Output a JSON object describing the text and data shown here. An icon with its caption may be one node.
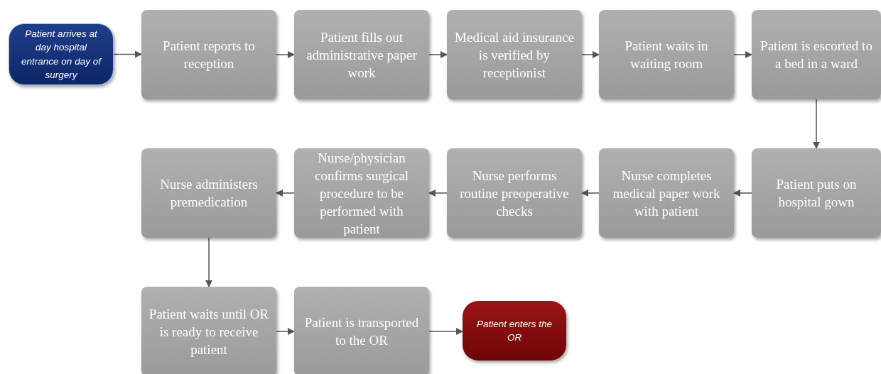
{
  "diagram": {
    "nodes": [
      {
        "text": [
          "Patient arrives at day hospital entrance on day of surgery"
        ]
      },
      {
        "text": [
          "Patient reports to reception"
        ]
      },
      {
        "text": [
          "Patient fills out administrative paper work"
        ]
      },
      {
        "text": [
          "Medical aid insurance is verified by receptionist"
        ]
      },
      {
        "text": [
          "Patient waits in waiting room"
        ]
      },
      {
        "text": [
          "Patient is escorted to a bed in a ward"
        ]
      },
      {
        "text": [
          "Patient puts on hospital gown"
        ]
      },
      {
        "text": [
          "Nurse completes medical paper work with patient"
        ]
      },
      {
        "text": [
          "Nurse performs routine preoperative checks"
        ]
      },
      {
        "text": [
          "Nurse/physician confirms surgical procedure to be performed with patient"
        ]
      },
      {
        "text": [
          "Nurse administers premedication"
        ]
      },
      {
        "text": [
          "Patient waits until OR is ready to receive patient"
        ]
      },
      {
        "text": [
          "Patient is transported to the OR"
        ]
      },
      {
        "text": [
          "Patient enters the OR"
        ]
      }
    ],
    "edges": [
      {
        "from": 0,
        "to": 1,
        "arrow": "to"
      },
      {
        "from": 1,
        "to": 2,
        "arrow": "to"
      },
      {
        "from": 2,
        "to": 3,
        "arrow": "to"
      },
      {
        "from": 3,
        "to": 4,
        "arrow": "to"
      },
      {
        "from": 4,
        "to": 5,
        "arrow": "to"
      },
      {
        "from": 5,
        "to": 6,
        "arrow": "to"
      },
      {
        "from": 6,
        "to": 7,
        "arrow": "to"
      },
      {
        "from": 7,
        "to": 8,
        "arrow": "to"
      },
      {
        "from": 8,
        "to": 9,
        "arrow": "to"
      },
      {
        "from": 9,
        "to": 10,
        "arrow": "to"
      },
      {
        "from": 10,
        "to": 11,
        "arrow": "to"
      },
      {
        "from": 11,
        "to": 12,
        "arrow": "to"
      },
      {
        "from": 12,
        "to": 13,
        "arrow": "to"
      }
    ]
  }
}
